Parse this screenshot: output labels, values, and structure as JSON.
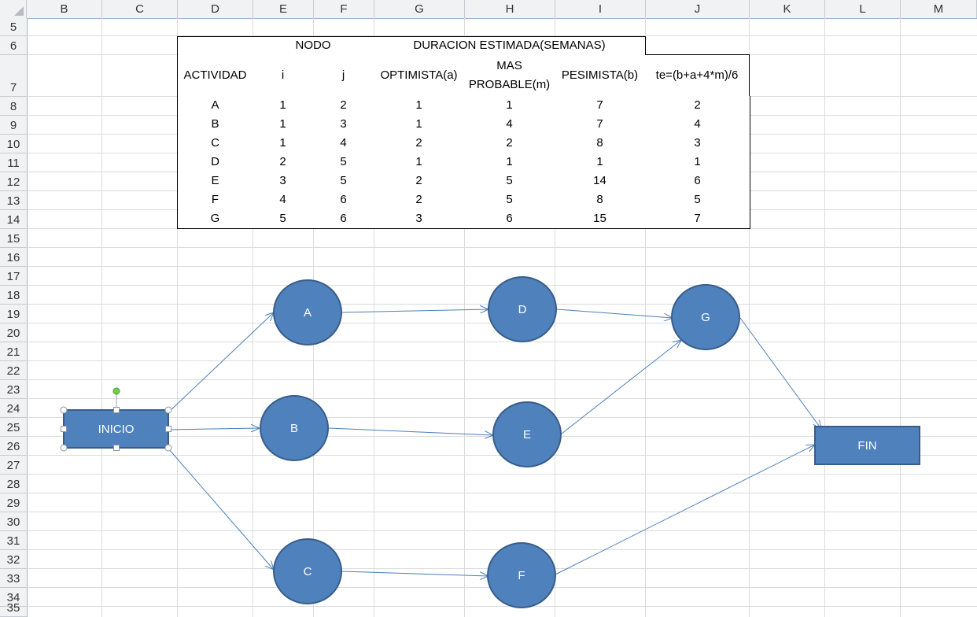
{
  "columns": [
    "B",
    "C",
    "D",
    "E",
    "F",
    "G",
    "H",
    "I",
    "J",
    "K",
    "L",
    "M"
  ],
  "rows": [
    "5",
    "6",
    "7",
    "8",
    "9",
    "10",
    "11",
    "12",
    "13",
    "14",
    "15",
    "16",
    "17",
    "18",
    "19",
    "20",
    "21",
    "22",
    "23",
    "24",
    "25",
    "26",
    "27",
    "28",
    "29",
    "30",
    "31",
    "32",
    "33",
    "34",
    "35"
  ],
  "table": {
    "header_nodo": "NODO",
    "header_duracion": "DURACION ESTIMADA(SEMANAS)",
    "col_actividad": "ACTIVIDAD",
    "col_i": "i",
    "col_j": "j",
    "col_optimista": "OPTIMISTA(a)",
    "col_mas_probable": "MAS PROBABLE(m)",
    "col_pesimista": "PESIMISTA(b)",
    "col_te": "te=(b+a+4*m)/6",
    "data": [
      [
        "A",
        "1",
        "2",
        "1",
        "1",
        "7",
        "2"
      ],
      [
        "B",
        "1",
        "3",
        "1",
        "4",
        "7",
        "4"
      ],
      [
        "C",
        "1",
        "4",
        "2",
        "2",
        "8",
        "3"
      ],
      [
        "D",
        "2",
        "5",
        "1",
        "1",
        "1",
        "1"
      ],
      [
        "E",
        "3",
        "5",
        "2",
        "5",
        "14",
        "6"
      ],
      [
        "F",
        "4",
        "6",
        "2",
        "5",
        "8",
        "5"
      ],
      [
        "G",
        "5",
        "6",
        "3",
        "6",
        "15",
        "7"
      ]
    ]
  },
  "diagram": {
    "inicio_label": "INICIO",
    "fin_label": "FIN",
    "nodes": [
      "A",
      "B",
      "C",
      "D",
      "E",
      "F",
      "G"
    ],
    "fill_color": "#4f81bd",
    "stroke_color": "#385d8a",
    "arrow_color": "#4a7ebb"
  }
}
